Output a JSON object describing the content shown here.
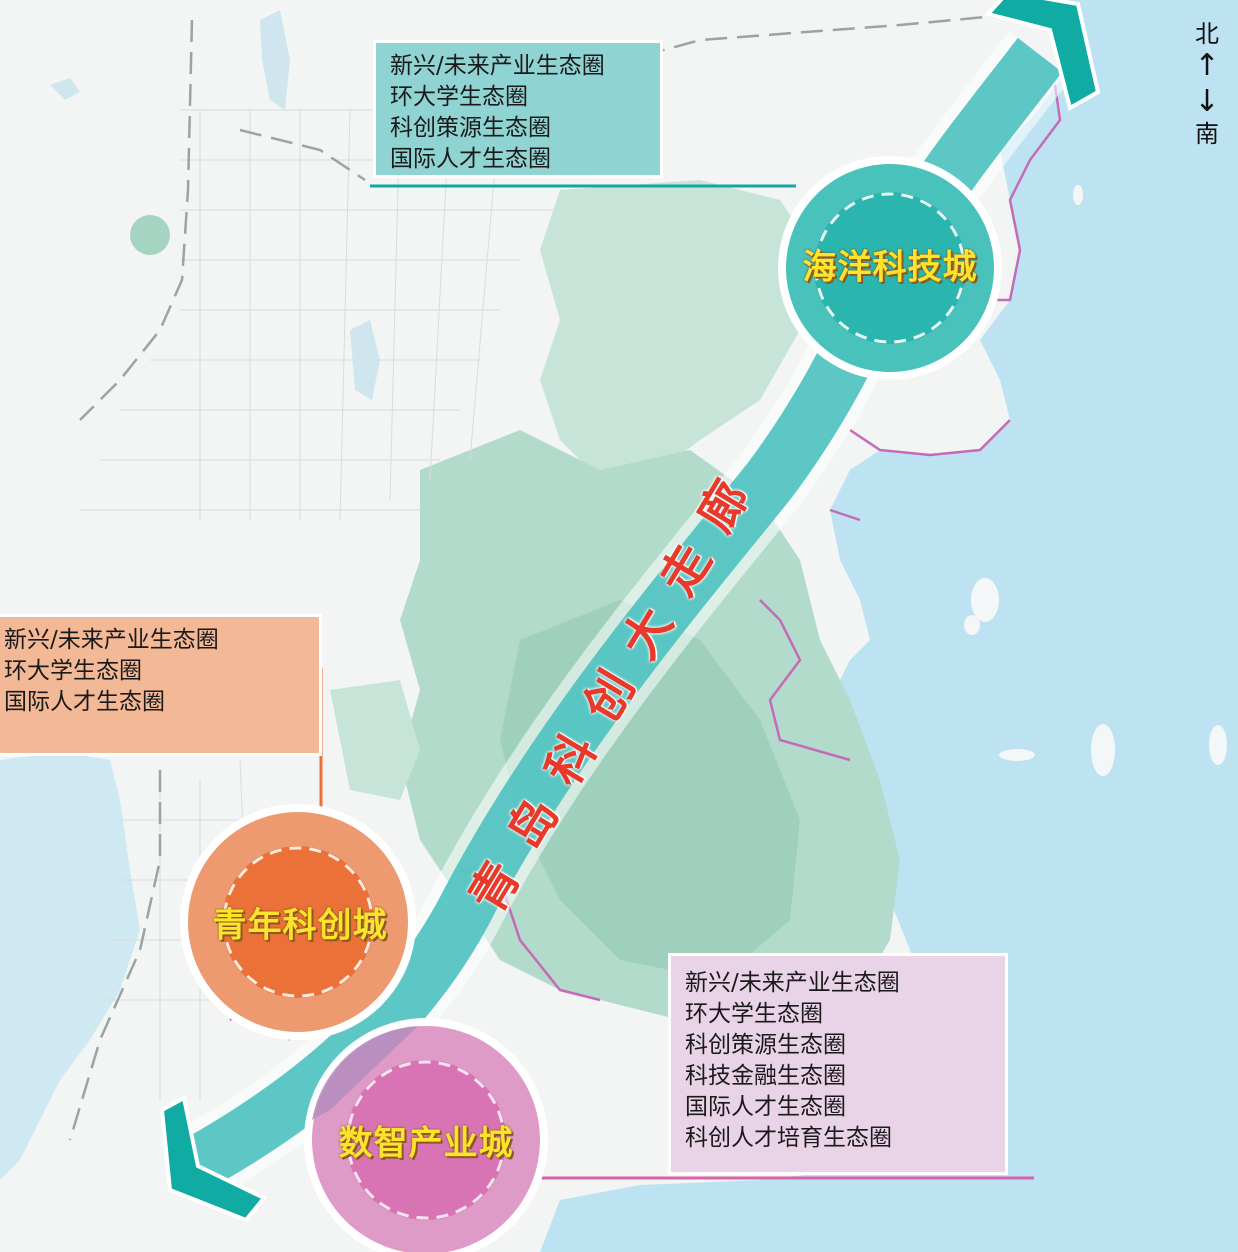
{
  "map": {
    "title": "青岛科创大走廊",
    "compass": {
      "north": "北",
      "south": "南",
      "north_arrow": "↑",
      "south_arrow": "↓"
    },
    "colors": {
      "sea": "#bde3f3",
      "land": "#f2f5f4",
      "mountain": "#a9d5c4",
      "corridor": "#4fc2c0",
      "corridor_dark": "#10aca4",
      "title_red": "#e8392a",
      "label_yellow": "#ffe22b",
      "ocean_city": "#17b3ad",
      "youth_city": "#ec7138",
      "digital_city": "#d879b8",
      "district_border": "#c46bb7"
    },
    "cities": [
      {
        "id": "ocean",
        "name": "海洋科技城",
        "color": "#17b3ad",
        "ecosystems": [
          "新兴/未来产业生态圈",
          "环大学生态圈",
          "科创策源生态圈",
          "国际人才生态圈"
        ]
      },
      {
        "id": "youth",
        "name": "青年科创城",
        "color": "#ec7138",
        "ecosystems": [
          "新兴/未来产业生态圈",
          "环大学生态圈",
          "国际人才生态圈"
        ]
      },
      {
        "id": "digital",
        "name": "数智产业城",
        "color": "#d879b8",
        "ecosystems": [
          "新兴/未来产业生态圈",
          "环大学生态圈",
          "科创策源生态圈",
          "科技金融生态圈",
          "国际人才生态圈",
          "科创人才培育生态圈"
        ]
      }
    ]
  }
}
